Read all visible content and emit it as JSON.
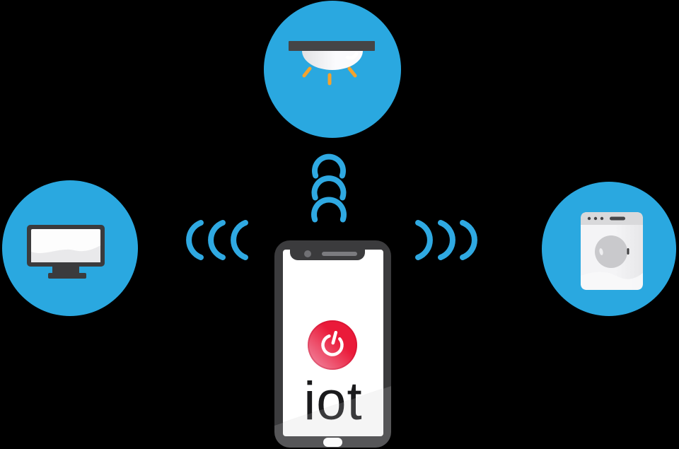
{
  "colors": {
    "bg": "#000000",
    "blue": "#2aa8e0",
    "signal_blue": "#2fa9e2",
    "charcoal": "#3b3b3d",
    "charcoal_dark": "#454547",
    "orange": "#f5a32c",
    "red": "#ea1a39",
    "red_light": "#f293ab",
    "panel_gray": "#d9d9db",
    "washer_white": "#f2f2f4",
    "door_gray": "#c9c9cc",
    "text_dark": "#1a1a1c"
  },
  "phone": {
    "screen_label": "iot",
    "power_icon": "power-icon",
    "camera": "camera-dot",
    "speaker": "speaker-grille",
    "home": "home-button"
  },
  "devices": [
    {
      "icon": "ceiling-light-icon",
      "position": "top"
    },
    {
      "icon": "monitor-icon",
      "position": "left"
    },
    {
      "icon": "washing-machine-icon",
      "position": "right"
    }
  ],
  "signals": [
    {
      "icon": "signal-waves-up-icon",
      "direction": "up"
    },
    {
      "icon": "signal-waves-left-icon",
      "direction": "left"
    },
    {
      "icon": "signal-waves-right-icon",
      "direction": "right"
    }
  ]
}
